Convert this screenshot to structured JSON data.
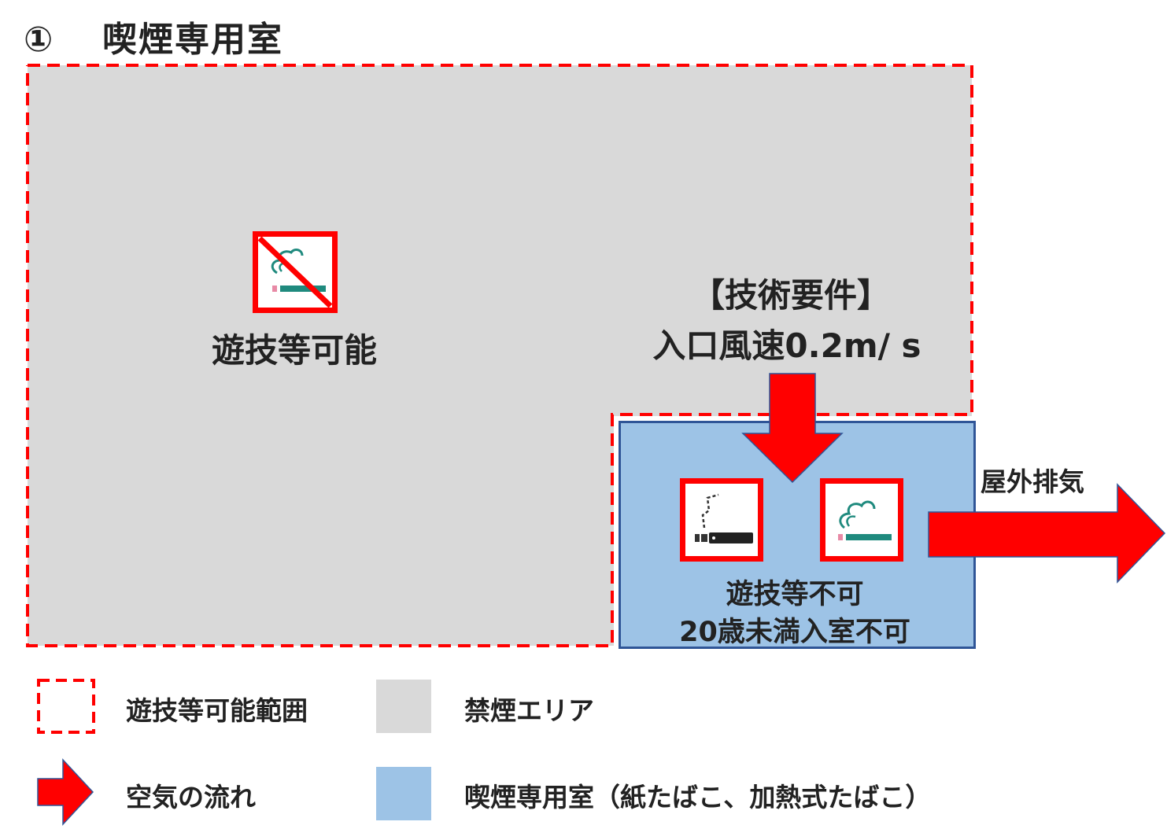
{
  "title": {
    "number": "①",
    "text": "喫煙専用室"
  },
  "areas": {
    "play_area_label": "遊技等可能",
    "requirement_heading": "【技術要件】",
    "requirement_value": "入口風速0.2m/ s",
    "smoking_room_line1": "遊技等不可",
    "smoking_room_line2": "20歳未満入室不可",
    "exhaust_label": "屋外排気"
  },
  "icons": {
    "no_smoking": "no-smoking-icon",
    "heated_tobacco": "heated-tobacco-icon",
    "cigarette": "cigarette-smoking-icon"
  },
  "legend": {
    "dashed_border_label": "遊技等可能範囲",
    "gray_label": "禁煙エリア",
    "arrow_label": "空気の流れ",
    "blue_label": "喫煙専用室（紙たばこ、加熱式たばこ）"
  },
  "colors": {
    "red": "#ff0000",
    "gray_area": "#d9d9d9",
    "smoking_room": "#9dc3e6",
    "smoking_room_border": "#2f5597",
    "cigarette_teal": "#1f8a7e"
  }
}
